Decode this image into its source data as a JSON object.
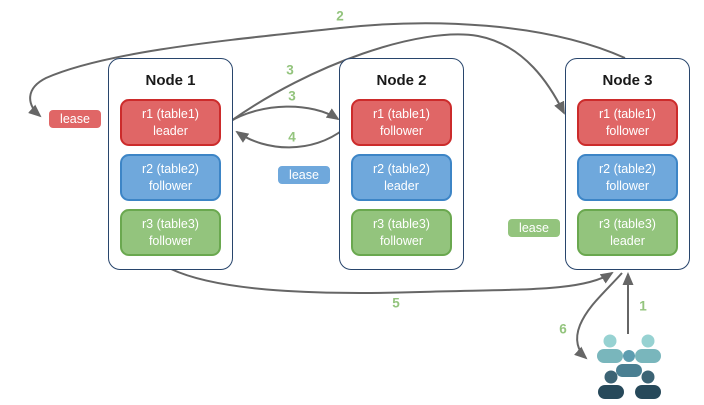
{
  "colors": {
    "red_fill": "#e06666",
    "red_border": "#cc2b2b",
    "blue_fill": "#6fa8dc",
    "blue_border": "#3d85c6",
    "green_fill": "#93c47d",
    "green_border": "#6aa84f",
    "node_border": "#28456c",
    "arrow": "#666666",
    "number_label": "#93c47d",
    "users_light_head": "#97d2d2",
    "users_light_body": "#79b6bc",
    "users_mid_head": "#5d9db0",
    "users_mid_body": "#4a7f92",
    "users_dark_head": "#3c6374",
    "users_dark_body": "#27495a"
  },
  "nodes": [
    {
      "title": "Node 1",
      "replicas": [
        {
          "line1": "r1 (table1)",
          "line2": "leader",
          "color": "red"
        },
        {
          "line1": "r2 (table2)",
          "line2": "follower",
          "color": "blue"
        },
        {
          "line1": "r3 (table3)",
          "line2": "follower",
          "color": "green"
        }
      ]
    },
    {
      "title": "Node 2",
      "replicas": [
        {
          "line1": "r1 (table1)",
          "line2": "follower",
          "color": "red"
        },
        {
          "line1": "r2 (table2)",
          "line2": "leader",
          "color": "blue"
        },
        {
          "line1": "r3 (table3)",
          "line2": "follower",
          "color": "green"
        }
      ]
    },
    {
      "title": "Node 3",
      "replicas": [
        {
          "line1": "r1 (table1)",
          "line2": "follower",
          "color": "red"
        },
        {
          "line1": "r2 (table2)",
          "line2": "follower",
          "color": "blue"
        },
        {
          "line1": "r3 (table3)",
          "line2": "leader",
          "color": "green"
        }
      ]
    }
  ],
  "leases": [
    {
      "label": "lease",
      "color": "red"
    },
    {
      "label": "lease",
      "color": "blue"
    },
    {
      "label": "lease",
      "color": "green"
    }
  ],
  "steps": [
    {
      "label": "1"
    },
    {
      "label": "2"
    },
    {
      "label": "3"
    },
    {
      "label": "3"
    },
    {
      "label": "4"
    },
    {
      "label": "5"
    },
    {
      "label": "6"
    }
  ]
}
